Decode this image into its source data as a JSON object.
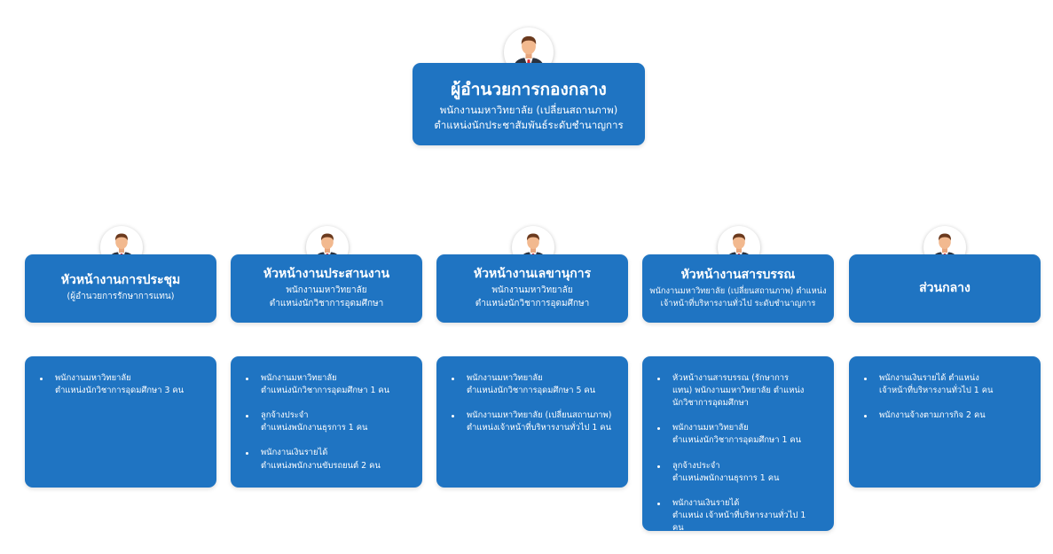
{
  "top": {
    "title": "ผู้อำนวยการกองกลาง",
    "line1": "พนักงานมหาวิทยาลัย (เปลี่ยนสถานภาพ)",
    "line2": "ตำแหน่งนักประชาสัมพันธ์ระดับชำนาญการ"
  },
  "sections": [
    {
      "title": "หัวหน้างานการประชุม",
      "lines": [
        "(ผู้อำนวยการรักษาการแทน)"
      ],
      "staff": [
        [
          "พนักงานมหาวิทยาลัย",
          "ตำแหน่งนักวิชาการอุดมศึกษา 3 คน"
        ]
      ]
    },
    {
      "title": "หัวหน้างานประสานงาน",
      "lines": [
        "พนักงานมหาวิทยาลัย",
        "ตำแหน่งนักวิชาการอุดมศึกษา"
      ],
      "staff": [
        [
          "พนักงานมหาวิทยาลัย",
          "ตำแหน่งนักวิชาการอุดมศึกษา 1 คน"
        ],
        [
          "ลูกจ้างประจำ",
          "ตำแหน่งพนักงานธุรการ 1 คน"
        ],
        [
          "พนักงานเงินรายได้",
          "ตำแหน่งพนักงานขับรถยนต์ 2 คน"
        ]
      ]
    },
    {
      "title": "หัวหน้างานเลขานุการ",
      "lines": [
        "พนักงานมหาวิทยาลัย",
        "ตำแหน่งนักวิชาการอุดมศึกษา"
      ],
      "staff": [
        [
          "พนักงานมหาวิทยาลัย",
          "ตำแหน่งนักวิชาการอุดมศึกษา 5 คน"
        ],
        [
          "พนักงานมหาวิทยาลัย (เปลี่ยนสถานภาพ)",
          "ตำแหน่งเจ้าหน้าที่บริหารงานทั่วไป 1 คน"
        ]
      ]
    },
    {
      "title": "หัวหน้างานสารบรรณ",
      "lines": [
        "พนักงานมหาวิทยาลัย (เปลี่ยนสถานภาพ) ตำแหน่ง",
        "เจ้าหน้าที่บริหารงานทั่วไป ระดับชำนาญการ"
      ],
      "staff": [
        [
          "หัวหน้างานสารบรรณ (รักษาการ",
          "แทน) พนักงานมหาวิทยาลัย ตำแหน่ง",
          "นักวิชาการอุดมศึกษา"
        ],
        [
          "พนักงานมหาวิทยาลัย",
          "ตำแหน่งนักวิชาการอุดมศึกษา 1 คน"
        ],
        [
          "ลูกจ้างประจำ",
          "ตำแหน่งพนักงานธุรการ 1 คน"
        ],
        [
          "พนักงานเงินรายได้",
          "ตำแหน่ง เจ้าหน้าที่บริหารงานทั่วไป 1 คน"
        ]
      ]
    },
    {
      "title": "ส่วนกลาง",
      "lines": [],
      "staff": [
        [
          "พนักงานเงินรายได้ ตำแหน่ง",
          "เจ้าหน้าที่บริหารงานทั่วไป 1 คน"
        ],
        [
          "พนักงานจ้างตามภารกิจ 2 คน"
        ]
      ]
    }
  ],
  "icons": {
    "avatar": "person-avatar-icon"
  },
  "colors": {
    "box": "#1f74c2",
    "text": "#ffffff"
  }
}
